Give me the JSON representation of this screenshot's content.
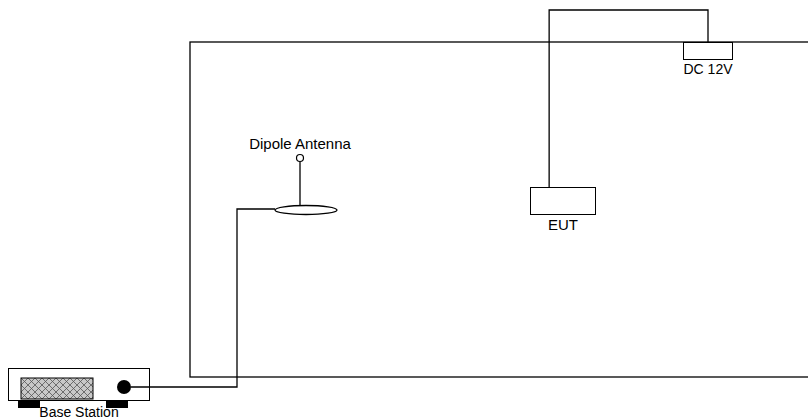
{
  "diagram": {
    "nodes": [
      {
        "text": [
          "DC 12V"
        ]
      },
      {
        "text": [
          "EUT"
        ]
      },
      {
        "text": [
          "Base Station"
        ]
      }
    ],
    "edges": [
      {
        "from": 1,
        "to": 0,
        "arrow": "none"
      }
    ],
    "labels": [
      "Dipole Antenna"
    ]
  }
}
